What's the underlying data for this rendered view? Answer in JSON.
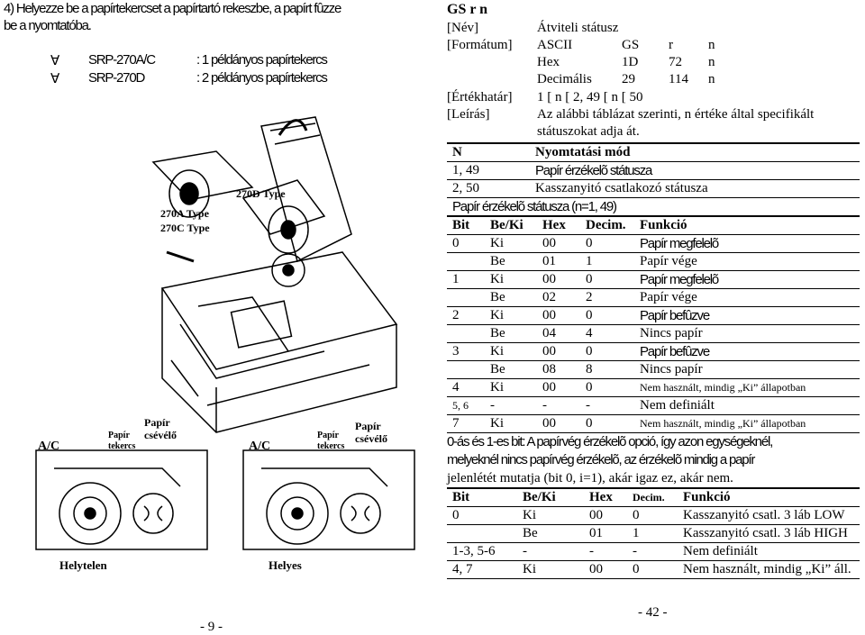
{
  "left": {
    "item_line1": "4)  Helyezze be a papírtekercset a papírtartó rekeszbe, a papírt fûzze",
    "item_line2": "be a nyomtatóba.",
    "bullets": [
      {
        "sym": "∀",
        "model": "SRP-270A/C",
        "desc": ": 1 példányos papírtekercs"
      },
      {
        "sym": "∀",
        "model": "SRP-270D",
        "desc": ": 2 példányos papírtekercs"
      }
    ],
    "figure_labels": {
      "t270d": "270D Type",
      "t270a": "270A Type",
      "t270c": "270C Type",
      "ac1": "A/C",
      "ac2": "A/C",
      "papir_tekercs1": "Papír tekercs",
      "papir_tekercs2": "Papír tekercs",
      "papir_cseve1": "Papír csévélő",
      "papir_cseve2": "Papír csévélő",
      "helytelen": "Helytelen",
      "helyes": "Helyes"
    },
    "page_number": "- 9 -"
  },
  "right": {
    "title": "GS r n",
    "rows": [
      {
        "label": "[Név]",
        "value": "Átviteli státusz"
      },
      {
        "label": "[Formátum]",
        "c1": "ASCII",
        "c2": "GS",
        "c3": "r",
        "c4": "n"
      },
      {
        "label": "",
        "c1": "Hex",
        "c2": "1D",
        "c3": "72",
        "c4": "n"
      },
      {
        "label": "",
        "c1": "Decimális",
        "c2": "29",
        "c3": "114",
        "c4": "n"
      },
      {
        "label": "[Értékhatár]",
        "value": "1 [ n [ 2,  49 [ n [ 50"
      },
      {
        "label": "[Leírás]",
        "value": "Az alábbi táblázat szerinti, n értéke által specifikált"
      },
      {
        "label": "",
        "value": "státuszokat adja át."
      }
    ],
    "mode_header": {
      "n": "N",
      "mode": "Nyomtatási mód"
    },
    "mode_rows": [
      {
        "n": "1, 49",
        "mode": "Papír érzékelõ státusza"
      },
      {
        "n": "2, 50",
        "mode": "Kasszanyitó csatlakozó státusza"
      }
    ],
    "section1": "Papír érzékelõ státusza (n=1, 49)",
    "table1_headers": [
      "Bit",
      "Be/Ki",
      "Hex",
      "Decim.",
      "Funkció"
    ],
    "table1": [
      [
        "0",
        "Ki",
        "00",
        "0",
        "Papír megfelelõ"
      ],
      [
        "",
        "Be",
        "01",
        "1",
        "Papír vége"
      ],
      [
        "1",
        "Ki",
        "00",
        "0",
        "Papír megfelelõ"
      ],
      [
        "",
        "Be",
        "02",
        "2",
        "Papír vége"
      ],
      [
        "2",
        "Ki",
        "00",
        "0",
        "Papír befûzve"
      ],
      [
        "",
        "Be",
        "04",
        "4",
        "Nincs papír"
      ],
      [
        "3",
        "Ki",
        "00",
        "0",
        "Papír befûzve"
      ],
      [
        "",
        "Be",
        "08",
        "8",
        "Nincs papír"
      ],
      [
        "4",
        "Ki",
        "00",
        "0",
        "Nem használt, mindig „Ki” állapotban"
      ],
      [
        "5, 6",
        "-",
        "-",
        "-",
        "Nem definiált"
      ],
      [
        "7",
        "Ki",
        "00",
        "0",
        "Nem használt, mindig „Ki” állapotban"
      ]
    ],
    "note_lines": [
      "0-ás és 1-es bit: A papírvég érzékelõ opció, így azon egységeknél,",
      "melyeknél nincs papírvég érzékelõ, az érzékelõ mindig a papír",
      "jelenlétét mutatja (bit 0, i=1), akár igaz ez, akár nem."
    ],
    "table2_headers": [
      "Bit",
      "Be/Ki",
      "Hex",
      "Decim.",
      "Funkció"
    ],
    "table2": [
      [
        "0",
        "Ki",
        "00",
        "0",
        "Kasszanyitó csatl. 3 láb LOW"
      ],
      [
        "",
        "Be",
        "01",
        "1",
        "Kasszanyitó csatl. 3 láb HIGH"
      ],
      [
        "1-3, 5-6",
        "-",
        "-",
        "-",
        "Nem definiált"
      ],
      [
        "4, 7",
        "Ki",
        "00",
        "0",
        "Nem használt, mindig „Ki” áll."
      ]
    ],
    "page_number": "- 42 -"
  }
}
